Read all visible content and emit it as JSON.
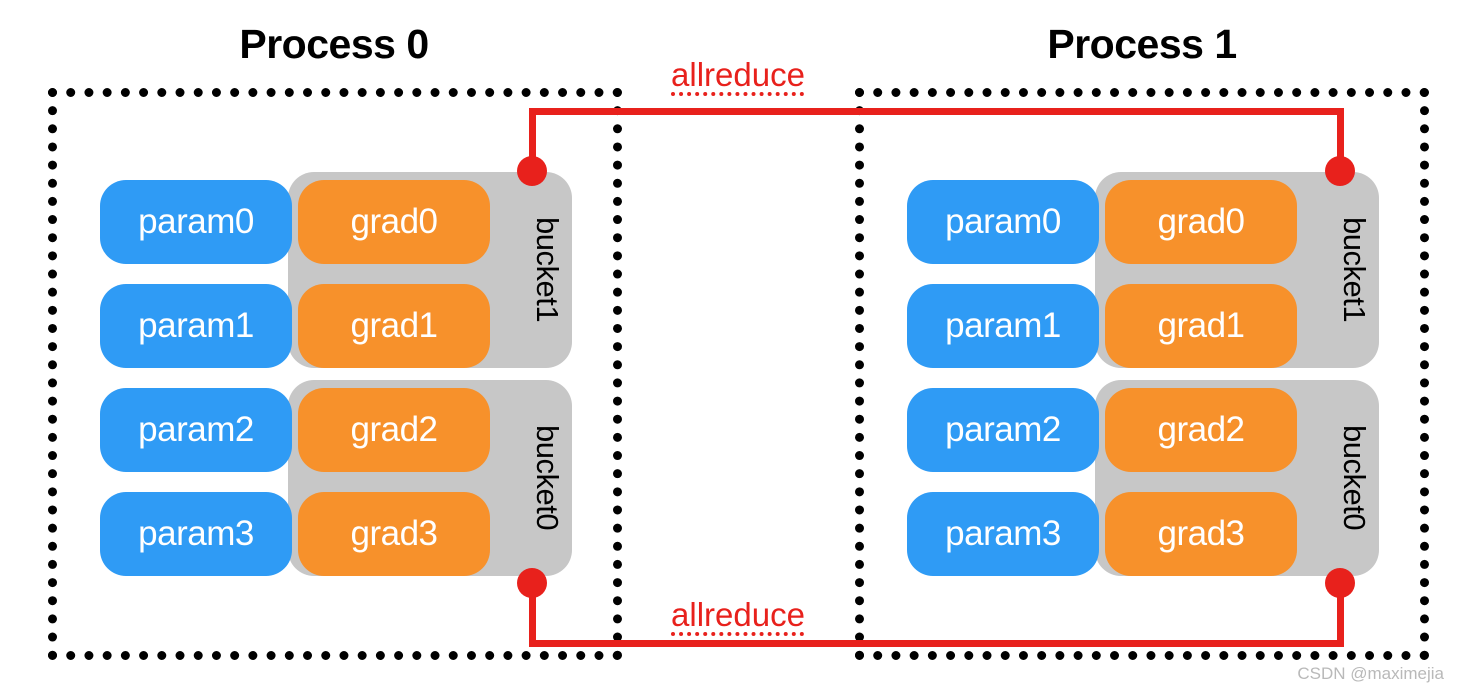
{
  "diagram": {
    "title_left": "Process 0",
    "title_right": "Process 1",
    "watermark": "CSDN @maximejia",
    "colors": {
      "param": "#2f9bf5",
      "grad": "#f7912b",
      "bucket": "#c7c7c7",
      "wire": "#e8211c",
      "border": "#000000",
      "background": "#ffffff"
    }
  },
  "processes": [
    {
      "name": "Process 0",
      "buckets": [
        {
          "label": "bucket1",
          "rows": [
            {
              "param": "param0",
              "grad": "grad0"
            },
            {
              "param": "param1",
              "grad": "grad1"
            }
          ]
        },
        {
          "label": "bucket0",
          "rows": [
            {
              "param": "param2",
              "grad": "grad2"
            },
            {
              "param": "param3",
              "grad": "grad3"
            }
          ]
        }
      ]
    },
    {
      "name": "Process 1",
      "buckets": [
        {
          "label": "bucket1",
          "rows": [
            {
              "param": "param0",
              "grad": "grad0"
            },
            {
              "param": "param1",
              "grad": "grad1"
            }
          ]
        },
        {
          "label": "bucket0",
          "rows": [
            {
              "param": "param2",
              "grad": "grad2"
            },
            {
              "param": "param3",
              "grad": "grad3"
            }
          ]
        }
      ]
    }
  ],
  "connections": [
    {
      "label": "allreduce",
      "bucket": "bucket1",
      "position": "top"
    },
    {
      "label": "allreduce",
      "bucket": "bucket0",
      "position": "bottom"
    }
  ]
}
